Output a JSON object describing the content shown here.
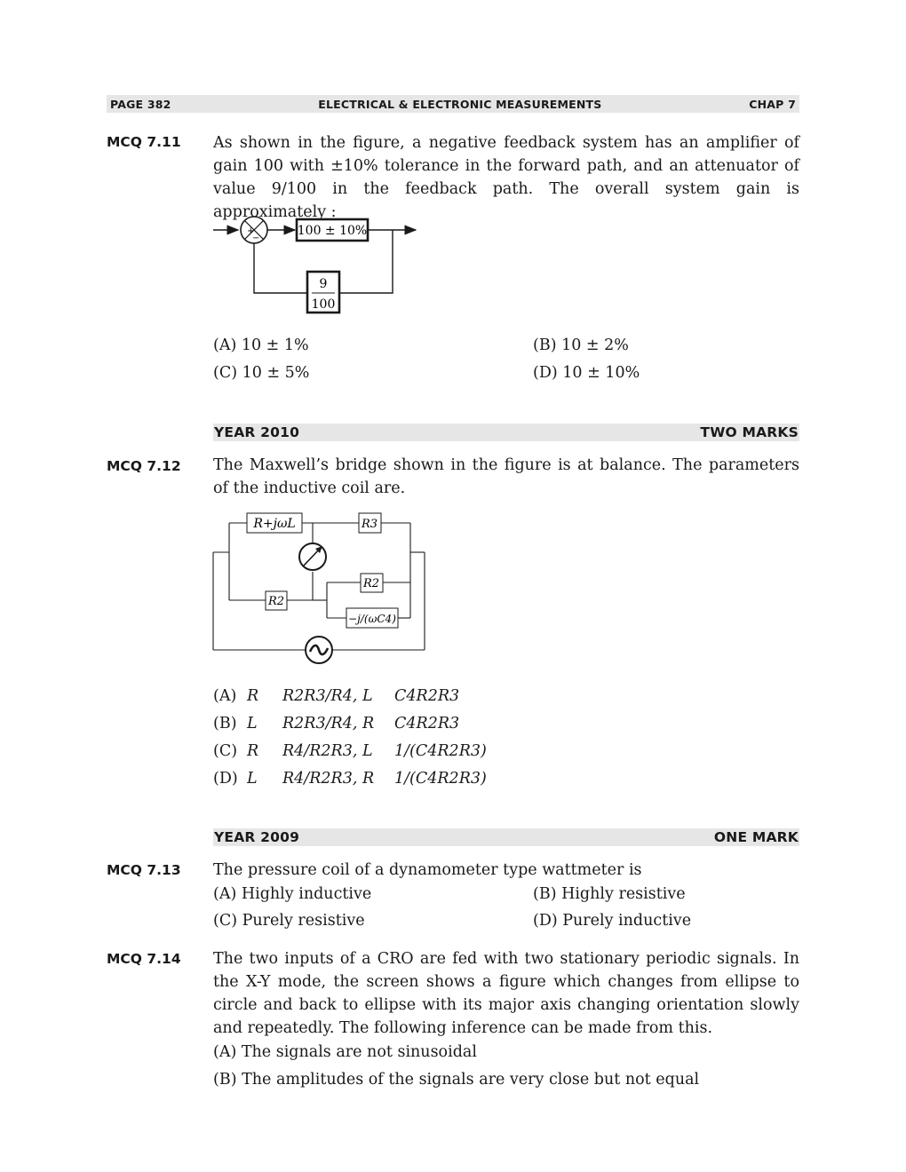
{
  "header": {
    "page": "PAGE 382",
    "title": "ELECTRICAL & ELECTRONIC MEASUREMENTS",
    "chapter": "CHAP 7"
  },
  "q711": {
    "number": "MCQ 7.11",
    "text": "As shown in the figure, a negative feedback system has an amplifier of gain 100 with ±10% tolerance in the forward path, and an attenuator of value 9/100 in the feedback path. The overall system gain is approximately :",
    "figure": {
      "forward_block": "100 ± 10%",
      "feedback_num": "9",
      "feedback_den": "100",
      "sum_plus": "+",
      "sum_minus": "−"
    },
    "options": {
      "a": "(A) 10 ± 1%",
      "b": "(B) 10 ± 2%",
      "c": "(C) 10 ± 5%",
      "d": "(D) 10 ± 10%"
    }
  },
  "year2010": {
    "year": "YEAR 2010",
    "marks": "TWO MARKS"
  },
  "q712": {
    "number": "MCQ 7.12",
    "text": "The Maxwell’s bridge shown in the figure is at balance. The parameters of the inductive coil are.",
    "figure": {
      "arm1": "R+jωL",
      "arm_r3": "R3",
      "arm_r2_left": "R2",
      "arm_r2_right": "R2",
      "arm_cap": "−j/(ωC4)"
    },
    "options": [
      {
        "label": "(A)",
        "var1": "R",
        "expr1": "R2R3/R4, L",
        "expr2": "C4R2R3"
      },
      {
        "label": "(B)",
        "var1": "L",
        "expr1": "R2R3/R4, R",
        "expr2": "C4R2R3"
      },
      {
        "label": "(C)",
        "var1": "R",
        "expr1": "R4/R2R3, L",
        "expr2": "1/(C4R2R3)"
      },
      {
        "label": "(D)",
        "var1": "L",
        "expr1": "R4/R2R3, R",
        "expr2": "1/(C4R2R3)"
      }
    ]
  },
  "year2009": {
    "year": "YEAR 2009",
    "marks": "ONE MARK"
  },
  "q713": {
    "number": "MCQ 7.13",
    "text": "The pressure coil of a dynamometer type wattmeter is",
    "options": {
      "a": "(A) Highly inductive",
      "b": "(B) Highly resistive",
      "c": "(C) Purely resistive",
      "d": "(D) Purely inductive"
    }
  },
  "q714": {
    "number": "MCQ 7.14",
    "text": "The two inputs of a CRO are fed with two stationary periodic signals. In the X-Y mode, the screen shows a figure which changes from ellipse to circle and back to ellipse with its major axis changing orientation slowly and repeatedly. The following inference can be made from this.",
    "options": {
      "a": "(A) The signals are not sinusoidal",
      "b": "(B) The amplitudes of the signals are very close but not equal"
    }
  },
  "colors": {
    "bar_bg": "#e6e6e6",
    "ink": "#1a1a1a"
  }
}
